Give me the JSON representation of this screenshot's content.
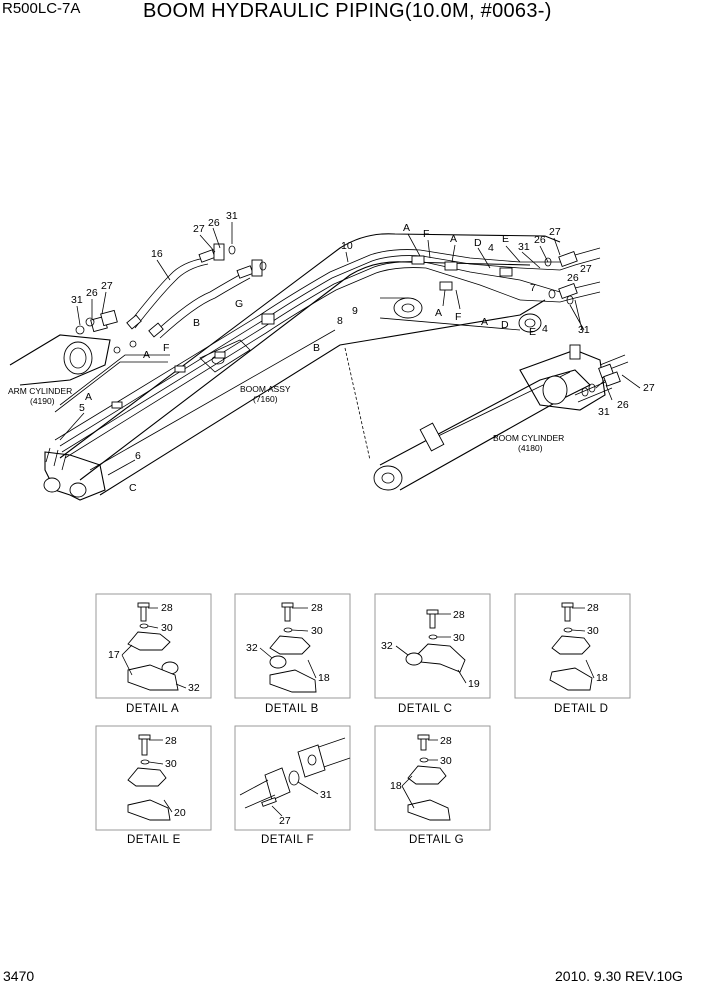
{
  "header": {
    "model": "R500LC-7A",
    "title": "BOOM HYDRAULIC PIPING(10.0M, #0063-)"
  },
  "footer": {
    "page_number": "3470",
    "date_revision": "2010. 9.30  REV.10G"
  },
  "main_diagram": {
    "assemblies": {
      "arm_cylinder": "ARM CYLINDER",
      "arm_cylinder_ref": "(4190)",
      "boom_assy": "BOOM ASSY",
      "boom_assy_ref": "(7160)",
      "boom_cylinder": "BOOM CYLINDER",
      "boom_cylinder_ref": "(4180)"
    },
    "part_numbers": {
      "p4a": "4",
      "p4b": "4",
      "p5": "5",
      "p6": "6",
      "p7": "7",
      "p8": "8",
      "p9": "9",
      "p10": "10",
      "p16": "16",
      "p26a": "26",
      "p26b": "26",
      "p26c": "26",
      "p26d": "26",
      "p26e": "26",
      "p27a": "27",
      "p27b": "27",
      "p27c": "27",
      "p27d": "27",
      "p27e": "27",
      "p31a": "31",
      "p31b": "31",
      "p31c": "31",
      "p31d": "31",
      "p31e": "31"
    },
    "detail_refs": {
      "A1": "A",
      "A2": "A",
      "A3": "A",
      "A4": "A",
      "A5": "A",
      "A6": "A",
      "B1": "B",
      "B2": "B",
      "C1": "C",
      "D1": "D",
      "D2": "D",
      "E1": "E",
      "E2": "E",
      "F1": "F",
      "F2": "F",
      "F3": "F",
      "G1": "G"
    }
  },
  "details": [
    {
      "caption": "DETAIL  A",
      "parts": [
        "28",
        "30",
        "17",
        "32"
      ]
    },
    {
      "caption": "DETAIL  B",
      "parts": [
        "28",
        "30",
        "32",
        "18"
      ]
    },
    {
      "caption": "DETAIL  C",
      "parts": [
        "28",
        "30",
        "32",
        "19"
      ]
    },
    {
      "caption": "DETAIL  D",
      "parts": [
        "28",
        "30",
        "18"
      ]
    },
    {
      "caption": "DETAIL  E",
      "parts": [
        "28",
        "30",
        "20"
      ]
    },
    {
      "caption": "DETAIL  F",
      "parts": [
        "31",
        "27"
      ]
    },
    {
      "caption": "DETAIL  G",
      "parts": [
        "28",
        "30",
        "18"
      ]
    }
  ]
}
